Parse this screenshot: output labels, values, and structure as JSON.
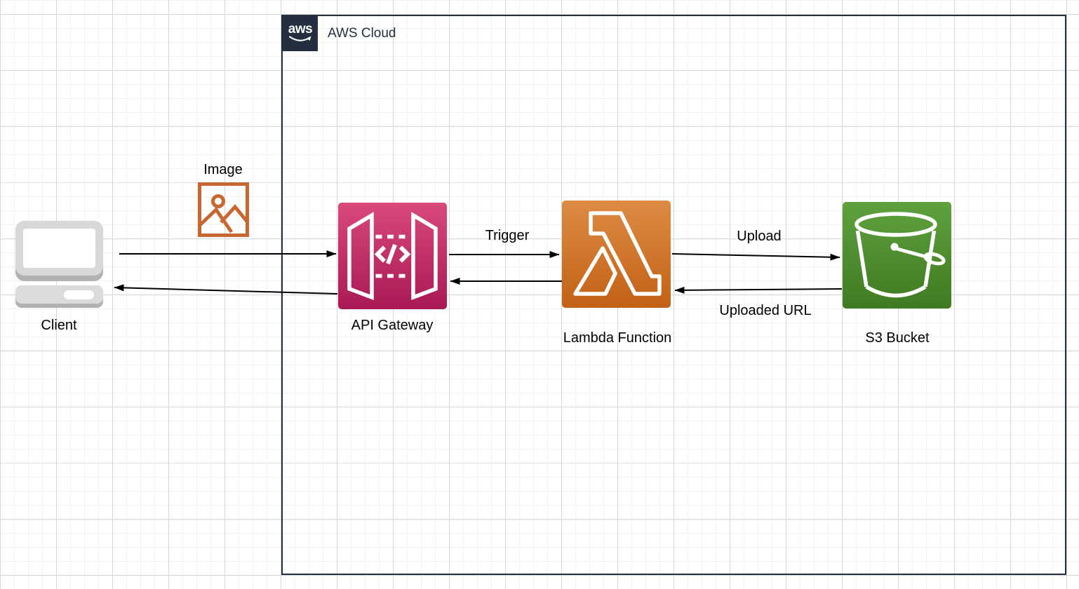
{
  "aws": {
    "logo_text": "aws",
    "label": "AWS Cloud"
  },
  "nodes": {
    "client": {
      "label": "Client",
      "type": "computer"
    },
    "image": {
      "label": "Image",
      "type": "picture"
    },
    "api_gateway": {
      "label": "API Gateway",
      "type": "aws-api-gateway"
    },
    "lambda_function": {
      "label": "Lambda Function",
      "type": "aws-lambda"
    },
    "s3_bucket": {
      "label": "S3 Bucket",
      "type": "aws-s3"
    }
  },
  "edges": [
    {
      "from": "Client",
      "to": "API Gateway",
      "label": ""
    },
    {
      "from": "API Gateway",
      "to": "Client",
      "label": ""
    },
    {
      "from": "API Gateway",
      "to": "Lambda Function",
      "label": "Trigger"
    },
    {
      "from": "Lambda Function",
      "to": "API Gateway",
      "label": ""
    },
    {
      "from": "Lambda Function",
      "to": "S3 Bucket",
      "label": "Upload"
    },
    {
      "from": "S3 Bucket",
      "to": "Lambda Function",
      "label": "Uploaded URL"
    }
  ],
  "edge_labels": {
    "trigger": "Trigger",
    "upload": "Upload",
    "uploaded_url": "Uploaded URL"
  },
  "colors": {
    "aws_dark": "#232F3E",
    "api_gateway_gradient_top": "#D9497B",
    "api_gateway_gradient_bottom": "#A81956",
    "lambda_gradient_top": "#DD8B45",
    "lambda_gradient_bottom": "#C26115",
    "s3_gradient_top": "#5FA13E",
    "s3_gradient_bottom": "#3F7A21",
    "image_stroke": "#C8672F",
    "client_gray": "#D8D8D8",
    "arrow": "#000000",
    "grid_minor": "#F2F2F2",
    "grid_major": "#D7D7D7"
  }
}
